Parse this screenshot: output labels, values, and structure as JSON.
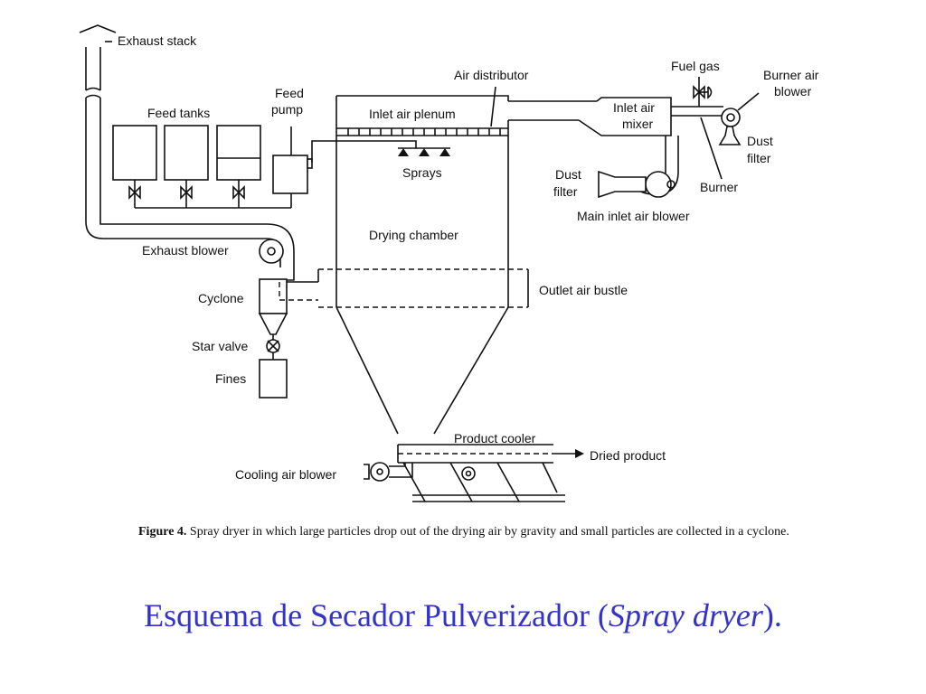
{
  "labels": {
    "exhaust_stack": "Exhaust stack",
    "feed_tanks": "Feed tanks",
    "feed_pump_1": "Feed",
    "feed_pump_2": "pump",
    "air_distributor": "Air distributor",
    "inlet_air_plenum": "Inlet air plenum",
    "sprays": "Sprays",
    "inlet_air_mixer_1": "Inlet air",
    "inlet_air_mixer_2": "mixer",
    "fuel_gas": "Fuel gas",
    "burner_air_blower_1": "Burner air",
    "burner_air_blower_2": "blower",
    "dust_filter_right_1": "Dust",
    "dust_filter_right_2": "filter",
    "dust_filter_left_1": "Dust",
    "dust_filter_left_2": "filter",
    "burner": "Burner",
    "main_inlet_air_blower": "Main inlet air blower",
    "drying_chamber": "Drying chamber",
    "exhaust_blower": "Exhaust blower",
    "cyclone": "Cyclone",
    "outlet_air_bustle": "Outlet air bustle",
    "star_valve": "Star valve",
    "fines": "Fines",
    "product_cooler": "Product cooler",
    "dried_product": "Dried product",
    "cooling_air_blower": "Cooling air blower"
  },
  "caption": {
    "figure_label": "Figure 4.",
    "text": "Spray dryer in which large particles drop out of the drying air by gravity and small particles are collected in a cyclone."
  },
  "title": {
    "main": "Esquema de Secador Pulverizador (",
    "italic": "Spray dryer",
    "end": ")."
  },
  "colors": {
    "title": "#3333cc",
    "line": "#111111"
  }
}
